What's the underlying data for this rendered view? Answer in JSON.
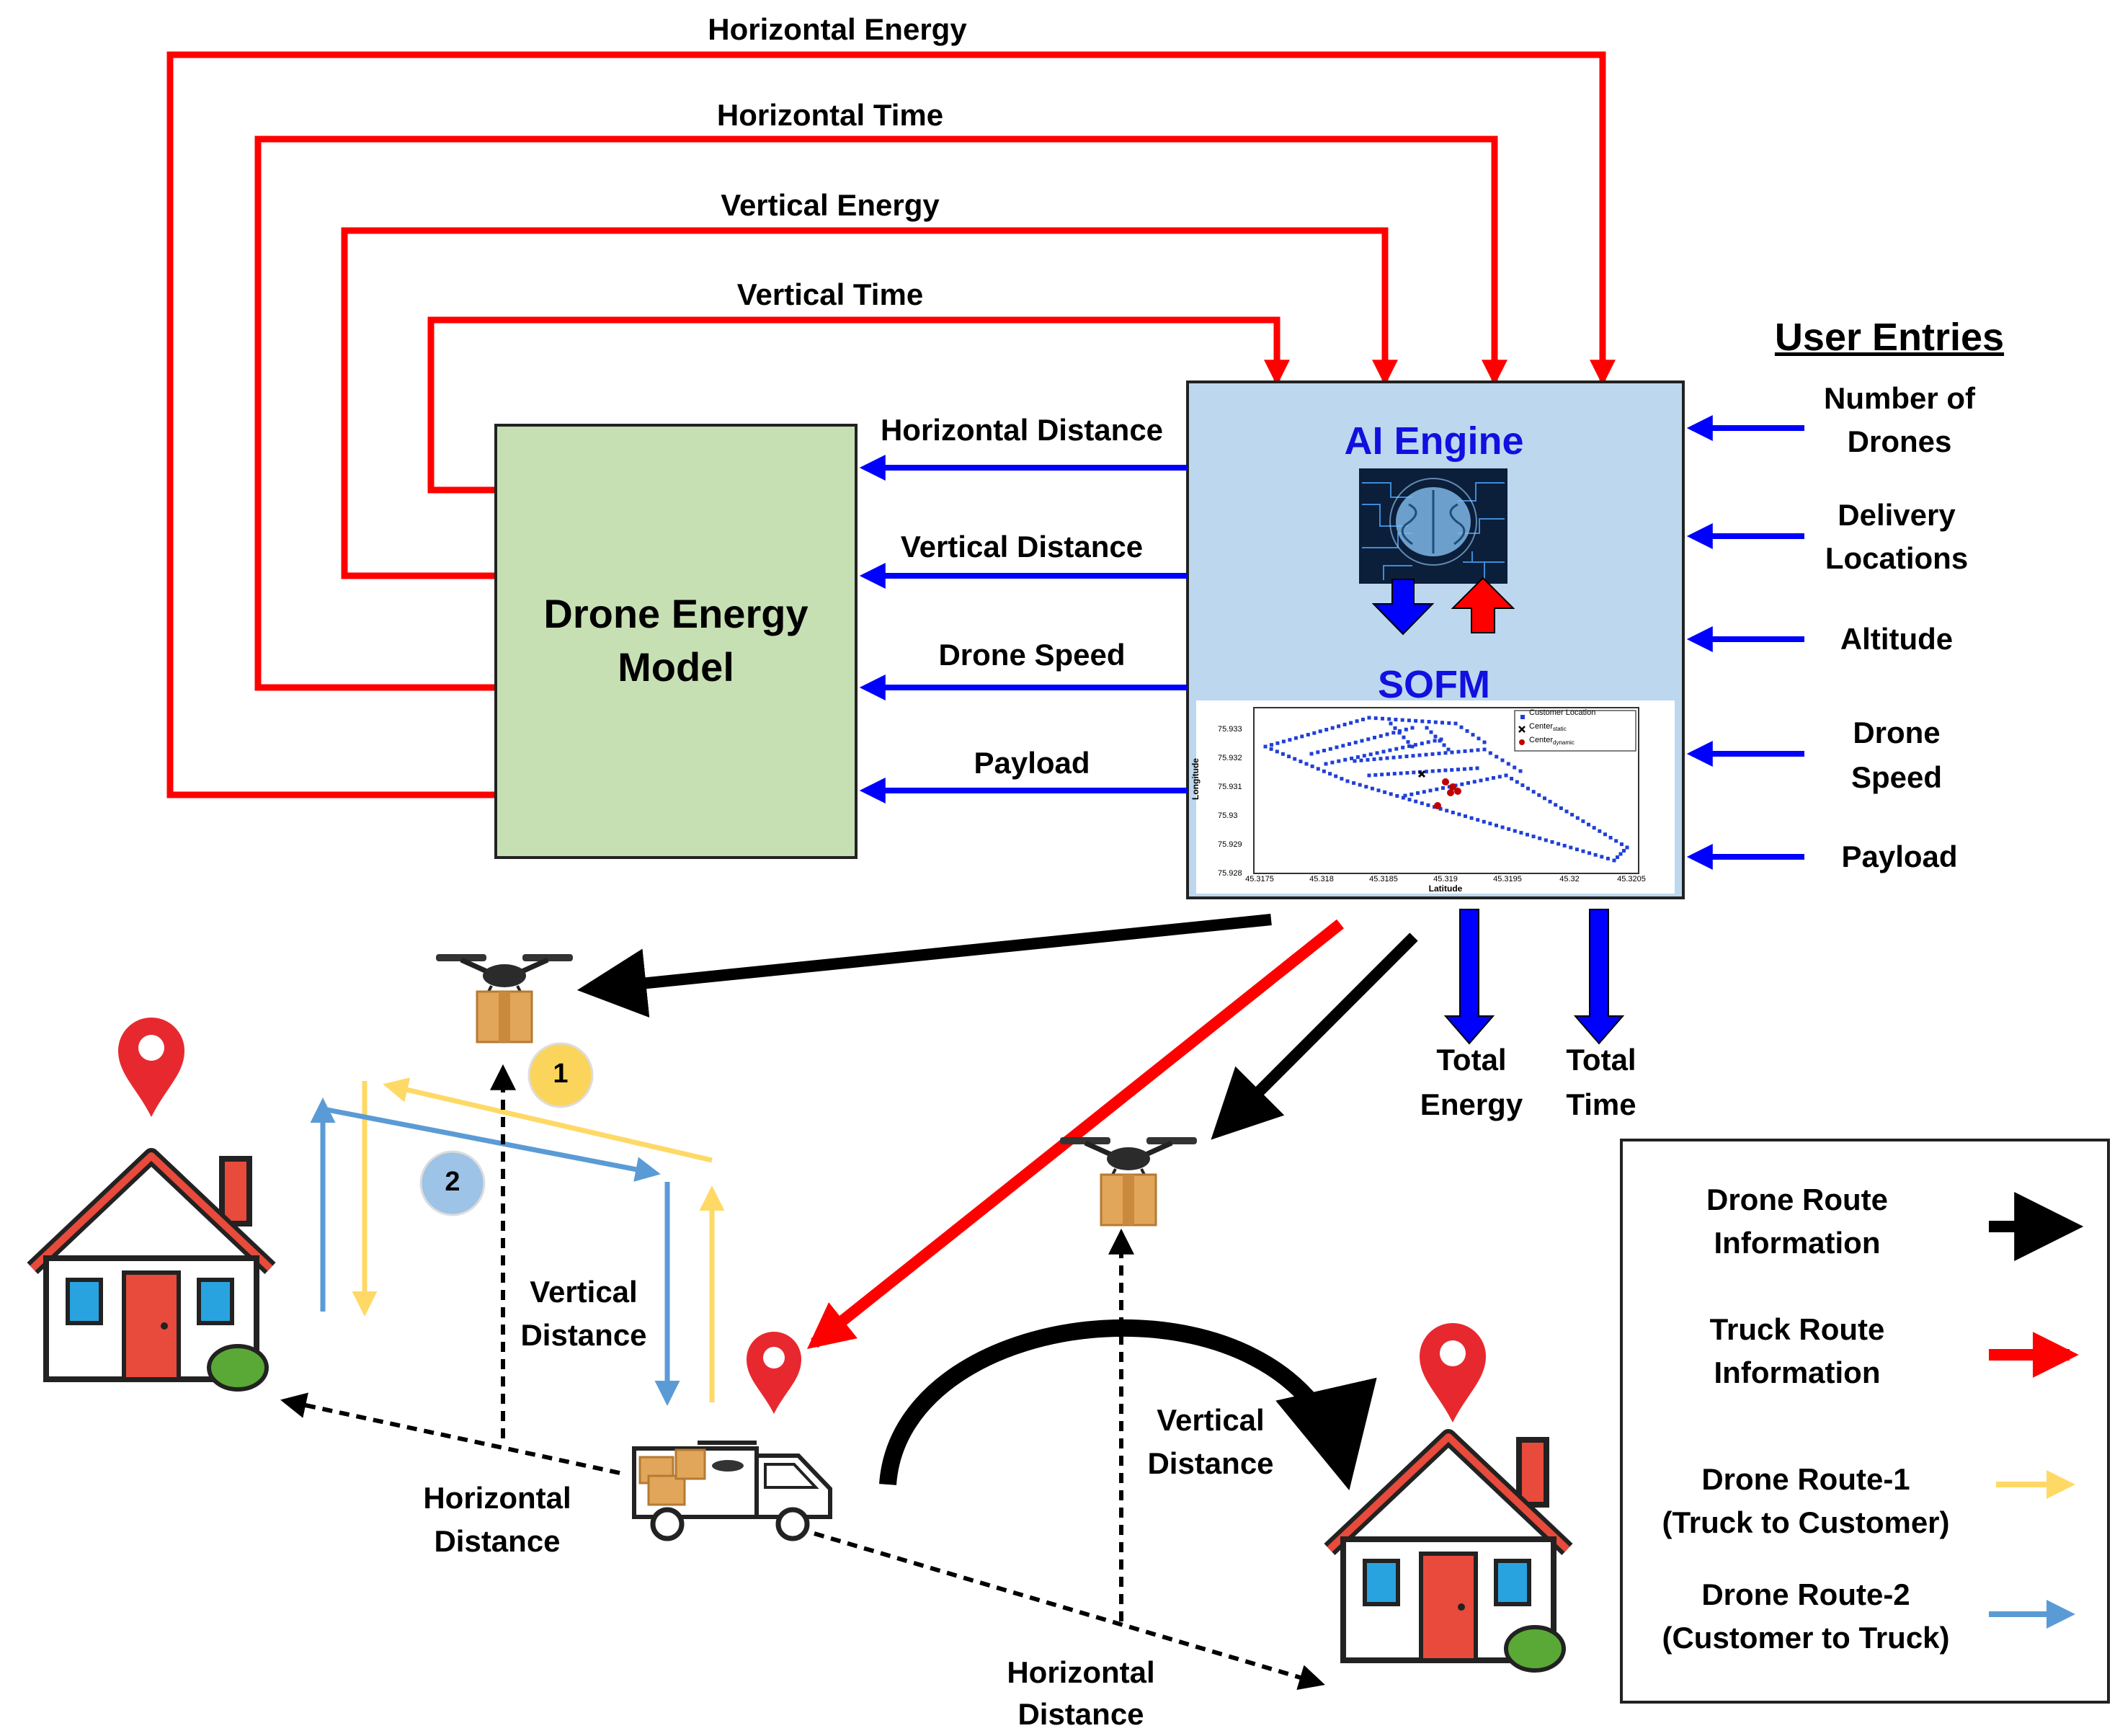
{
  "feedback_arrows": {
    "horizontal_energy": "Horizontal Energy",
    "horizontal_time": "Horizontal Time",
    "vertical_energy": "Vertical Energy",
    "vertical_time": "Vertical Time"
  },
  "model_inputs": {
    "horizontal_distance": "Horizontal Distance",
    "vertical_distance": "Vertical Distance",
    "drone_speed": "Drone Speed",
    "payload": "Payload"
  },
  "energy_model": {
    "title_line1": "Drone Energy",
    "title_line2": "Model",
    "fill_color": "#c6e0b4"
  },
  "ai_engine": {
    "title": "AI Engine",
    "sofm_label": "SOFM",
    "fill_color": "#bdd7ee",
    "title_color": "#1010e0"
  },
  "sofm_chart": {
    "legend": {
      "customer": "Customer Location",
      "center_static": "Center",
      "center_static_sub": "static",
      "center_dynamic": "Center",
      "center_dynamic_sub": "dynamic"
    },
    "xlabel": "Latitude",
    "ylabel": "Longitude",
    "xticks": [
      "45.3175",
      "45.318",
      "45.3185",
      "45.319",
      "45.3195",
      "45.32",
      "45.3205"
    ],
    "yticks": [
      "75.933",
      "75.932",
      "75.931",
      "75.93",
      "75.929",
      "75.928"
    ]
  },
  "user_entries": {
    "heading": "User Entries",
    "items": [
      {
        "line1": "Number of",
        "line2": "Drones"
      },
      {
        "line1": "Delivery",
        "line2": "Locations"
      },
      {
        "line1": "Altitude",
        "line2": ""
      },
      {
        "line1": "Drone",
        "line2": "Speed"
      },
      {
        "line1": "Payload",
        "line2": ""
      }
    ]
  },
  "outputs": {
    "total_energy_line1": "Total",
    "total_energy_line2": "Energy",
    "total_time_line1": "Total",
    "total_time_line2": "Time"
  },
  "scene": {
    "vertical_distance_line1": "Vertical",
    "vertical_distance_line2": "Distance",
    "horizontal_distance_line1": "Horizontal",
    "horizontal_distance_line2": "Distance",
    "badge_1": "1",
    "badge_2": "2"
  },
  "legend": {
    "items": [
      {
        "line1": "Drone Route",
        "line2": "Information",
        "color": "#000000"
      },
      {
        "line1": "Truck Route",
        "line2": "Information",
        "color": "#ff0000"
      },
      {
        "line1": "Drone Route-1",
        "line2": "(Truck to Customer)",
        "color": "#ffd966"
      },
      {
        "line1": "Drone Route-2",
        "line2": "(Customer to Truck)",
        "color": "#5b9bd5"
      }
    ]
  },
  "colors": {
    "red": "#ff0000",
    "blue": "#0000ff",
    "black": "#000000",
    "yellow_route": "#ffd966",
    "blue_route": "#5b9bd5",
    "pin_red": "#e8282f",
    "roof_red": "#e84a3c",
    "door_red": "#e84a3c",
    "window_blue": "#29a3e0",
    "bush_green": "#5aa936",
    "badge_yellow": "#fbd45c",
    "badge_blue": "#9dc3e6",
    "box_brown": "#e2a65a"
  }
}
